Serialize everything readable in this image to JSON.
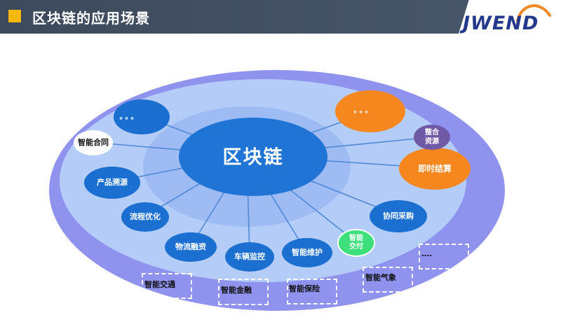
{
  "header": {
    "title": "区块链的应用场景"
  },
  "logo": {
    "text": "JWEND"
  },
  "diagram": {
    "center": "区块链",
    "nodes": [
      {
        "label": "。。。"
      },
      {
        "label": "智能合同"
      },
      {
        "label": "产品溯源"
      },
      {
        "label": "流程优化"
      },
      {
        "label": "物流融资"
      },
      {
        "label": "车辆监控"
      },
      {
        "label": "智能维护"
      },
      {
        "label": "智能\n交付"
      },
      {
        "label": "协同采购"
      },
      {
        "label": "即时结算"
      },
      {
        "label": "整合\n资源"
      },
      {
        "label": "。。。"
      }
    ],
    "future": [
      {
        "label": "智能交通"
      },
      {
        "label": "智能金融"
      },
      {
        "label": "智能保险"
      },
      {
        "label": "智能气象"
      },
      {
        "label": "…."
      }
    ]
  },
  "colors": {
    "header_bg": "#4a586c",
    "accent_yellow": "#f5b80c",
    "outer_ring": "#8f93ee",
    "inner_disc": "#b3ccf8",
    "center_blue": "#1f74d6",
    "node_blue": "#1a6fd0",
    "node_orange": "#f5871e",
    "node_purple": "#6f5aa8",
    "node_green": "#3de07a",
    "logo_blue": "#233a8c"
  }
}
